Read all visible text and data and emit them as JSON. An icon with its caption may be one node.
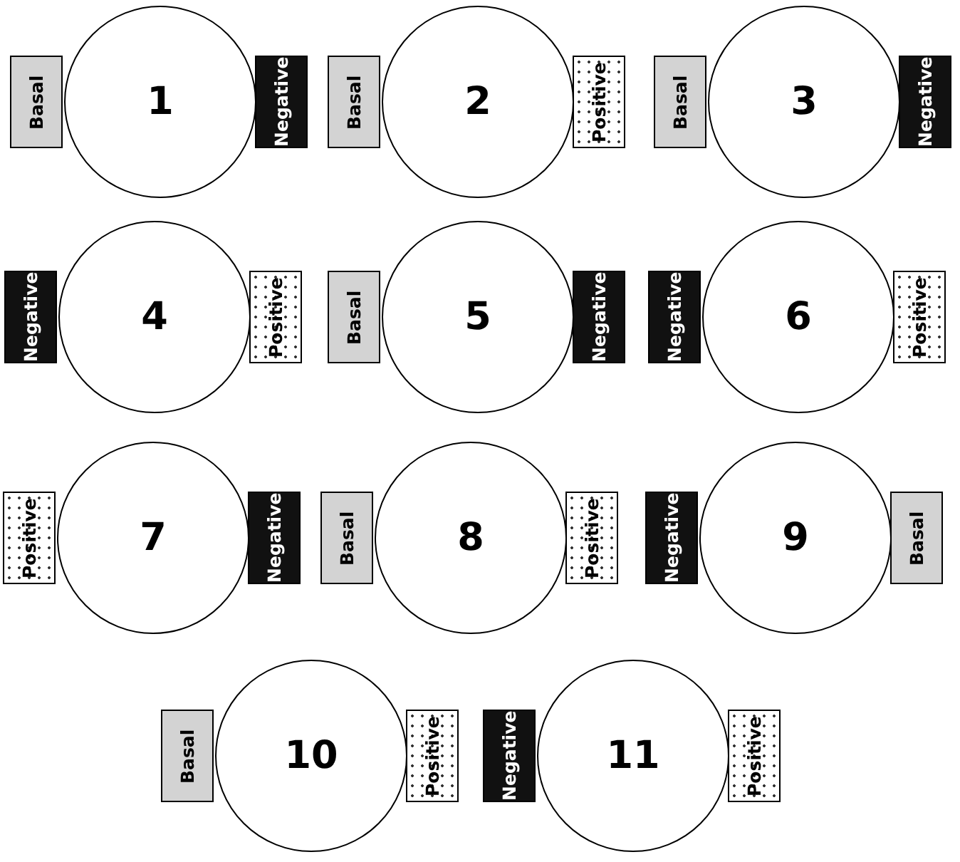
{
  "diagram": {
    "nodes": [
      {
        "text": [
          "Basal"
        ]
      },
      {
        "text": [
          "1"
        ]
      },
      {
        "text": [
          "Negative"
        ]
      },
      {
        "text": [
          "Basal"
        ]
      },
      {
        "text": [
          "2"
        ]
      },
      {
        "text": [
          "Positive"
        ]
      },
      {
        "text": [
          "Basal"
        ]
      },
      {
        "text": [
          "3"
        ]
      },
      {
        "text": [
          "Negative"
        ]
      },
      {
        "text": [
          "Negative"
        ]
      },
      {
        "text": [
          "4"
        ]
      },
      {
        "text": [
          "Positive"
        ]
      },
      {
        "text": [
          "Basal"
        ]
      },
      {
        "text": [
          "5"
        ]
      },
      {
        "text": [
          "Negative"
        ]
      },
      {
        "text": [
          "Negative"
        ]
      },
      {
        "text": [
          "6"
        ]
      },
      {
        "text": [
          "Positive"
        ]
      },
      {
        "text": [
          "Positive"
        ]
      },
      {
        "text": [
          "7"
        ]
      },
      {
        "text": [
          "Negative"
        ]
      },
      {
        "text": [
          "Basal"
        ]
      },
      {
        "text": [
          "8"
        ]
      },
      {
        "text": [
          "Positive"
        ]
      },
      {
        "text": [
          "Negative"
        ]
      },
      {
        "text": [
          "9"
        ]
      },
      {
        "text": [
          "Basal"
        ]
      },
      {
        "text": [
          "Basal"
        ]
      },
      {
        "text": [
          "10"
        ]
      },
      {
        "text": [
          "Positive"
        ]
      },
      {
        "text": [
          "Negative"
        ]
      },
      {
        "text": [
          "11"
        ]
      },
      {
        "text": [
          "Positive"
        ]
      }
    ],
    "edges": []
  }
}
